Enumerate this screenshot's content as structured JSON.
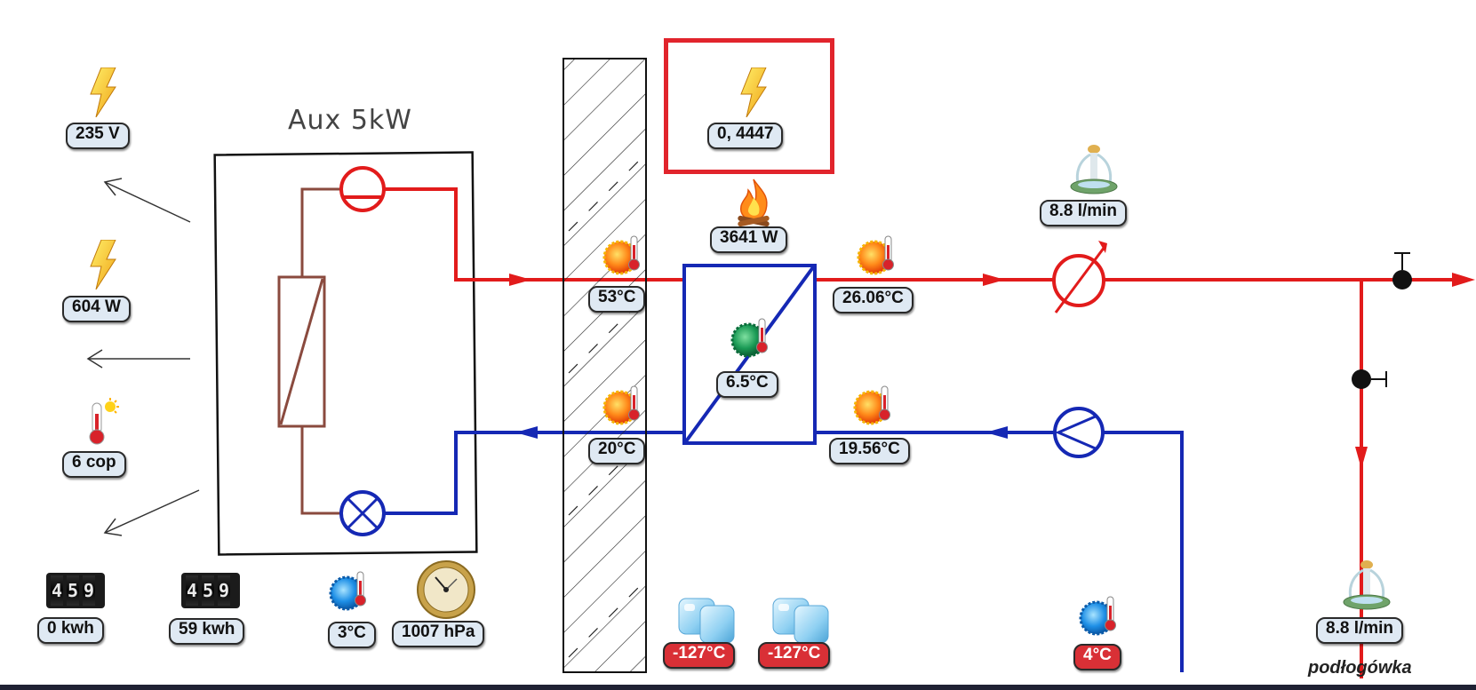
{
  "aux_label": "Aux 5kW",
  "caption": "podłogówka",
  "meter_reading": [
    "4",
    "5",
    "9"
  ],
  "readings": {
    "voltage": "235 V",
    "power": "604 W",
    "cop": "6 cop",
    "energy_1": "0 kwh",
    "energy_2": "59 kwh",
    "outdoor_temp": "3°C",
    "pressure": "1007 hPa",
    "highlighted_value": "0, 4447",
    "heat_power": "3641 W",
    "supply_temp": "53°C",
    "return_temp": "20°C",
    "exchanger_temp": "6.5°C",
    "secondary_supply_temp": "26.06°C",
    "secondary_return_temp": "19.56°C",
    "flow_1": "8.8 l/min",
    "flow_2": "8.8 l/min",
    "ice_temp_1": "-127°C",
    "ice_temp_2": "-127°C",
    "ground_temp": "4°C"
  },
  "colors": {
    "hot_pipe": "#e21b1b",
    "cold_pipe": "#1528b4",
    "badge_bg": "#dfe9f3",
    "alert_badge_bg": "#d93036",
    "highlight_frame": "#e1242c"
  },
  "icons": [
    "lightning-icon",
    "thermometer-icon",
    "fire-icon",
    "fountain-icon",
    "ice-cube-icon",
    "barometer-icon",
    "counter-icon"
  ]
}
